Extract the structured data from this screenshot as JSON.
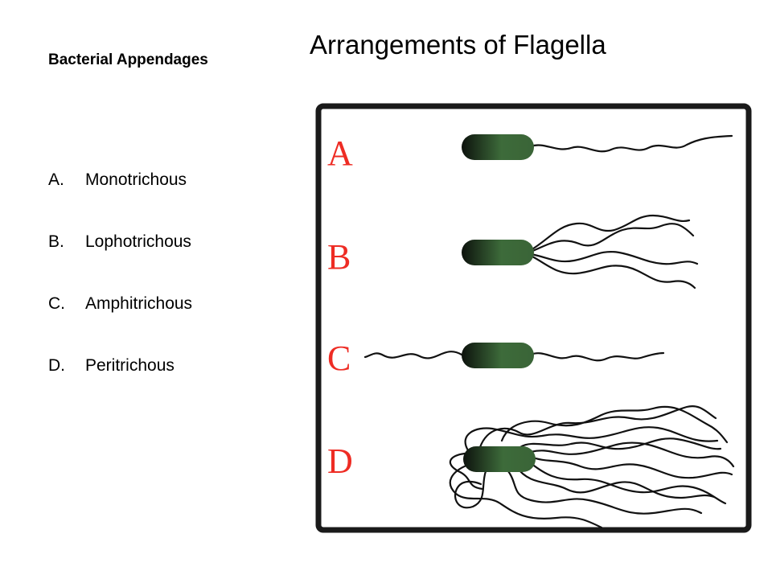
{
  "title": "Arrangements of Flagella",
  "subtitle": "Bacterial Appendages",
  "arrangements": [
    {
      "letter": "A.",
      "name": "Monotrichous"
    },
    {
      "letter": "B.",
      "name": "Lophotrichous"
    },
    {
      "letter": "C.",
      "name": "Amphitrichous"
    },
    {
      "letter": "D.",
      "name": "Peritrichous"
    }
  ],
  "figure": {
    "panel_labels": [
      "A",
      "B",
      "C",
      "D"
    ],
    "label_color": "#ee2c24",
    "cell_color": "#3d6b3a",
    "frame_color": "#1a1a1a"
  }
}
